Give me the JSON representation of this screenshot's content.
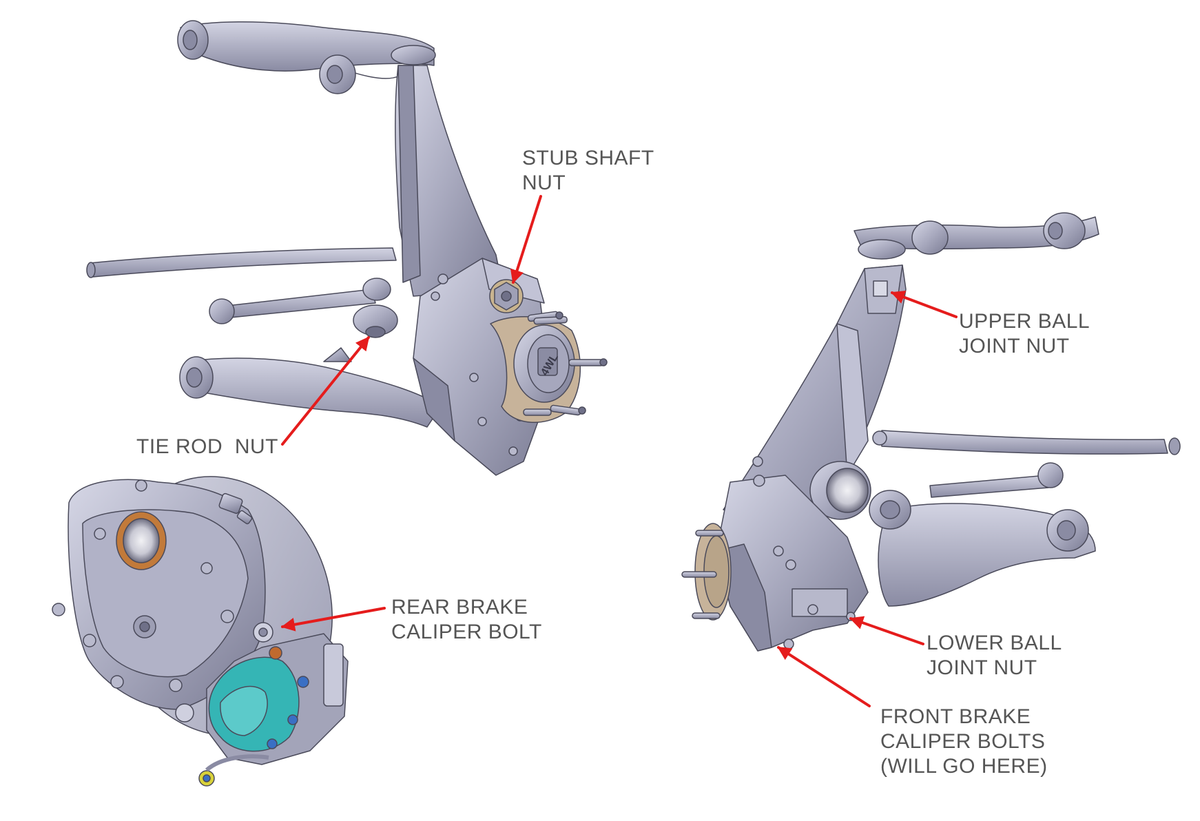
{
  "labels": {
    "stub_shaft_nut": [
      "STUB SHAFT",
      "NUT"
    ],
    "tie_rod_nut": [
      "TIE ROD  NUT"
    ],
    "rear_brake_caliper_bolt": [
      "REAR BRAKE",
      "CALIPER BOLT"
    ],
    "upper_ball_joint_nut": [
      "UPPER BALL",
      "JOINT NUT"
    ],
    "lower_ball_joint_nut": [
      "LOWER BALL",
      "JOINT NUT"
    ],
    "front_brake_caliper_bolts": [
      "FRONT BRAKE",
      "CALIPER BOLTS",
      "(WILL GO HERE)"
    ]
  },
  "hub_badge_text": "4WL",
  "colors": {
    "arrow": "#e51c1c",
    "label_text": "#555555",
    "metal": "#a9aabf",
    "metal_light": "#c7c8da",
    "metal_dark": "#6f7088",
    "outline": "#4a4a5a",
    "hub_plate": "#c7b39a",
    "caliper": "#35b5b5",
    "bolt_accent": "#c06a2e"
  }
}
